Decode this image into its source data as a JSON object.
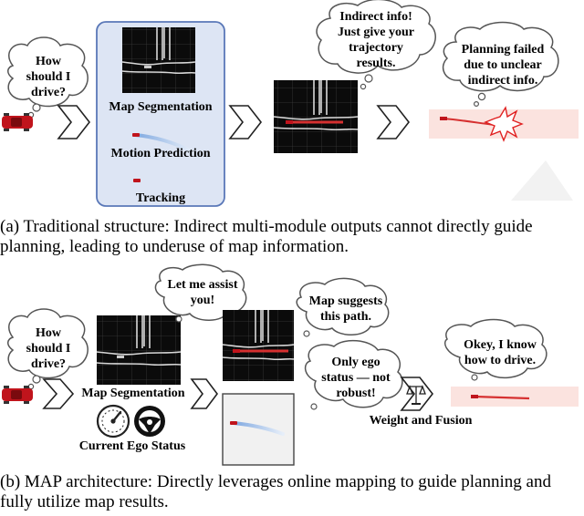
{
  "top": {
    "speech": {
      "driver": "How should I drive?",
      "indirect": "Indirect info! Just give your trajectory results.",
      "failed": "Planning failed due to unclear indirect info."
    },
    "modules": {
      "map_segmentation": "Map Segmentation",
      "motion_prediction": "Motion Prediction",
      "tracking": "Tracking"
    },
    "caption": "(a) Traditional structure: Indirect multi-module outputs cannot directly guide planning, leading to underuse of map information."
  },
  "bottom": {
    "speech": {
      "driver": "How should I drive?",
      "assist": "Let me assist you!",
      "suggest": "Map suggests this path.",
      "ego": "Only ego status — not robust!",
      "okay": "Okey, I know how to drive."
    },
    "labels": {
      "map_segmentation": "Map Segmentation",
      "ego_status": "Current Ego Status",
      "weight_fusion": "Weight and Fusion"
    },
    "caption": "(b) MAP architecture: Directly leverages online mapping to guide planning and fully utilize map results."
  },
  "colors": {
    "module_box_fill": "#dde5f4",
    "module_box_stroke": "#5a78b8",
    "map_bg": "#0b0b0b",
    "map_grid": "#3a3a3a",
    "road": "#d8d8d8",
    "trajectory_red": "#d63030",
    "car_red": "#c0141c",
    "road_pink": "#fbe3df"
  }
}
